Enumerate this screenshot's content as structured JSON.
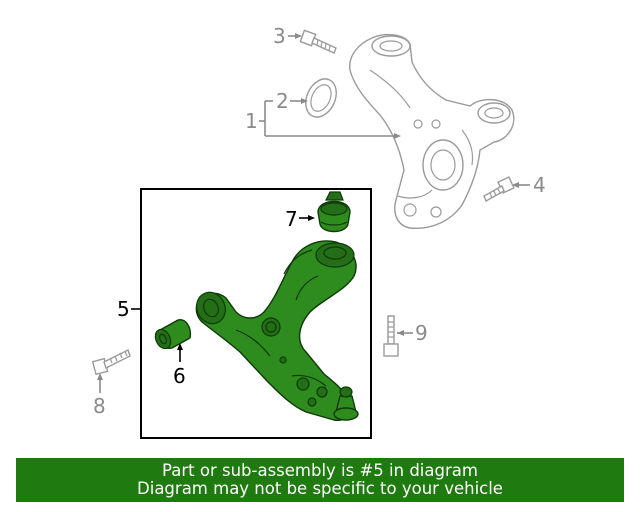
{
  "callouts": {
    "c1": "1",
    "c2": "2",
    "c3": "3",
    "c4": "4",
    "c5": "5",
    "c6": "6",
    "c7": "7",
    "c8": "8",
    "c9": "9"
  },
  "highlight_color": "#2e8b1e",
  "banner": {
    "line1": "Part or sub-assembly is #5 in diagram",
    "line2": "Diagram may not be specific to your vehicle",
    "background": "#1f7a0f"
  }
}
